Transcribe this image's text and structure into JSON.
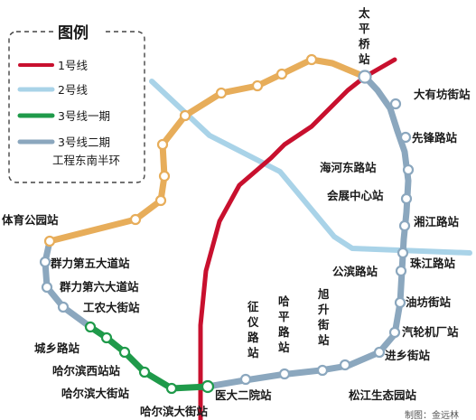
{
  "legend": {
    "title": "图例",
    "items": [
      {
        "label": "1号线",
        "color": "#c8102e"
      },
      {
        "label": "2号线",
        "color": "#a9d3e8"
      },
      {
        "label": "3号线一期",
        "color": "#1f9a4a"
      },
      {
        "label": "3号线二期",
        "label2": "工程东南半环",
        "color": "#8ba7be"
      }
    ]
  },
  "stations": {
    "taipingqiao": "太平桥站",
    "dayoufangjie": "大有坊街站",
    "xianfenglu": "先锋路站",
    "haihedonglu": "海河东路站",
    "huizhanzhongxin": "会展中心站",
    "xiangjianglu": "湘江路站",
    "gongbinlu": "公滨路站",
    "zhujianglu": "珠江路站",
    "youfangjie": "油坊街站",
    "qilunjichang": "汽轮机厂站",
    "jinxiangjie": "进乡街站",
    "songjiangshengtaiyuan": "松江生态园站",
    "xushengjie": "旭升街站",
    "hepinglu": "哈平路站",
    "zhengyilu": "征仪路站",
    "yidaeryuan": "医大二院站",
    "haerbindajie": "哈尔滨大街站",
    "haerbinxizhan": "哈尔滨西站站",
    "chengxianglu": "城乡路站",
    "gongnongdajie": "工农大街站",
    "qunli6": "群力第六大道站",
    "qunli5": "群力第五大道站",
    "tiyugongyuan": "体育公园站"
  },
  "credit": "制图：金远林"
}
